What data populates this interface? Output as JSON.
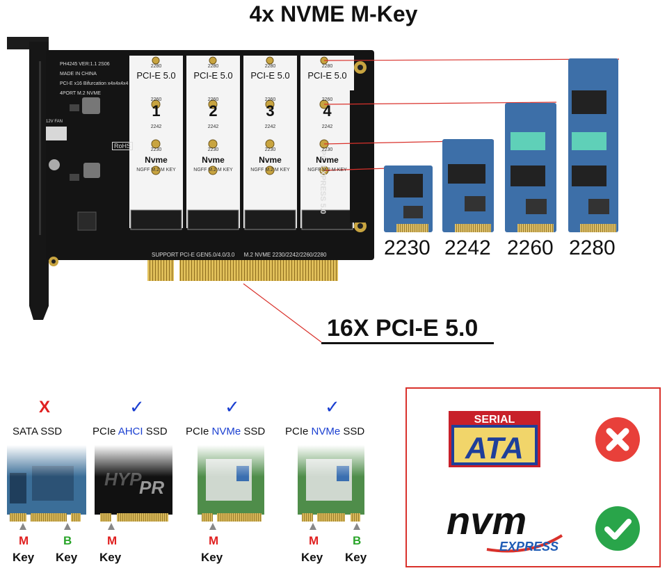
{
  "title": "4x NVME M-Key",
  "card": {
    "silk_info": [
      "PH4245  VER:1.1  2S06",
      "MADE IN CHINA",
      "PCI-E x16 Bifurcation x4x4x4x4",
      "4PORT M.2 NVME"
    ],
    "fan_label": "12V FAN",
    "rohs": "RoHS",
    "slots": [
      {
        "num": "1",
        "iface": "PCI-E 5.0",
        "sizes": [
          "2280",
          "2260",
          "2242",
          "2230"
        ],
        "nvme": "Nvme",
        "key": "NGFF M.2 M KEY"
      },
      {
        "num": "2",
        "iface": "PCI-E 5.0",
        "sizes": [
          "2280",
          "2260",
          "2242",
          "2230"
        ],
        "nvme": "Nvme",
        "key": "NGFF M.2 M KEY"
      },
      {
        "num": "3",
        "iface": "PCI-E 5.0",
        "sizes": [
          "2280",
          "2260",
          "2242",
          "2230"
        ],
        "nvme": "Nvme",
        "key": "NGFF M.2 M KEY"
      },
      {
        "num": "4",
        "iface": "PCI-E 5.0",
        "sizes": [
          "2280",
          "2260",
          "2242",
          "2230"
        ],
        "nvme": "Nvme",
        "key": "NGFF M.2 M KEY"
      }
    ],
    "support_text": "SUPPORT PCI-E GEN5.0/4.0/3.0      M.2 NVME 2230/2242/2260/2280",
    "side_text": "PCI EXPRESS 5.0"
  },
  "interface_label": "16X PCI-E 5.0",
  "ssd_sizes": [
    "2230",
    "2242",
    "2260",
    "2280"
  ],
  "compat": [
    {
      "mark": "X",
      "prefix": "SATA SSD",
      "hl": "",
      "suffix": "",
      "keys": [
        {
          "letter": "M",
          "color": "#e02020"
        },
        {
          "letter": "B",
          "color": "#2aa52a"
        }
      ]
    },
    {
      "mark": "✓",
      "prefix": "PCIe ",
      "hl": "AHCI",
      "suffix": " SSD",
      "keys": [
        {
          "letter": "M",
          "color": "#e02020"
        }
      ]
    },
    {
      "mark": "✓",
      "prefix": "PCIe ",
      "hl": "NVMe",
      "suffix": " SSD",
      "keys": [
        {
          "letter": "M",
          "color": "#e02020"
        }
      ]
    },
    {
      "mark": "✓",
      "prefix": "PCIe ",
      "hl": "NVMe",
      "suffix": " SSD",
      "keys": [
        {
          "letter": "M",
          "color": "#e02020"
        },
        {
          "letter": "B",
          "color": "#2aa52a"
        }
      ]
    }
  ],
  "key_word": "Key",
  "logos": {
    "sata_top": "SERIAL",
    "sata_main": "ATA",
    "nvm_main": "nvm",
    "nvm_sub": "EXPRESS"
  },
  "colors": {
    "pcb": "#141414",
    "ssd_blue": "#3d6fa8",
    "gold": "#d8b24a",
    "red_box": "#d9312b"
  }
}
